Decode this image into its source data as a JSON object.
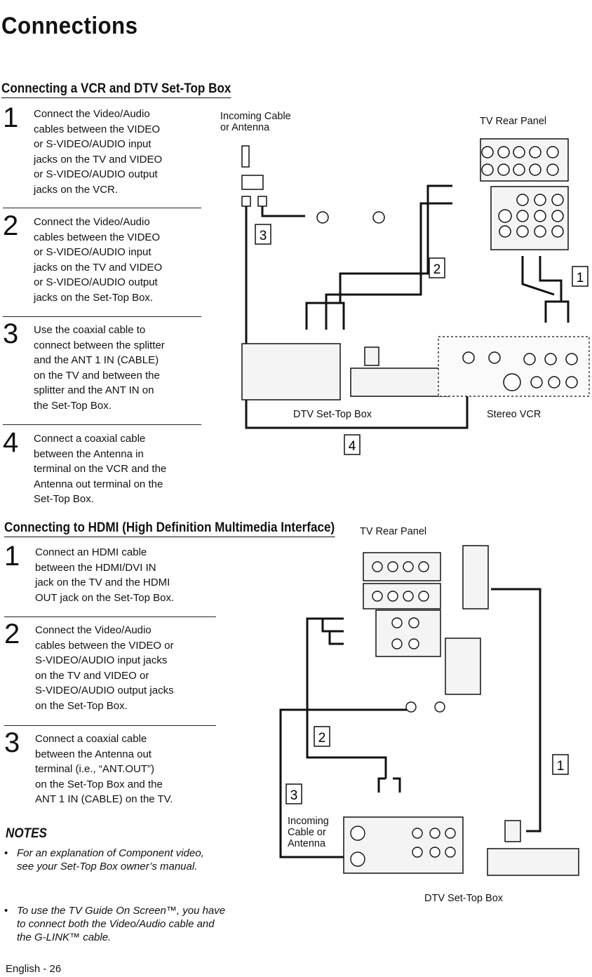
{
  "page": {
    "title": "Connections",
    "footer": "English - 26"
  },
  "vcr_section": {
    "heading": "Connecting a VCR and DTV Set-Top Box",
    "steps": [
      {
        "num": "1",
        "text": "Connect the Video/Audio\ncables between the VIDEO\nor S-VIDEO/AUDIO input\njacks on the TV and VIDEO\nor S-VIDEO/AUDIO output\njacks on the VCR."
      },
      {
        "num": "2",
        "text": "Connect the Video/Audio\ncables between the VIDEO\nor S-VIDEO/AUDIO input\njacks on the TV and VIDEO\nor S-VIDEO/AUDIO output\njacks on the Set-Top Box."
      },
      {
        "num": "3",
        "text": "Use the coaxial cable to\nconnect between the splitter\nand the ANT 1 IN (CABLE)\non the TV and between the\nsplitter and the ANT IN on\nthe Set-Top Box."
      },
      {
        "num": "4",
        "text": "Connect a coaxial cable\nbetween the Antenna in\nterminal on the VCR and the\nAntenna out terminal on the\nSet-Top Box."
      }
    ],
    "diagram": {
      "incoming_label": "Incoming Cable\nor Antenna",
      "tv_rear_label": "TV Rear Panel",
      "dtv_label": "DTV Set-Top Box",
      "vcr_label": "Stereo VCR",
      "callouts": [
        "1",
        "2",
        "3",
        "4"
      ]
    }
  },
  "hdmi_section": {
    "heading": "Connecting to HDMI (High Definition Multimedia Interface)",
    "steps": [
      {
        "num": "1",
        "text": "Connect an HDMI cable\nbetween the HDMI/DVI IN\njack on the TV and the HDMI\nOUT jack on the Set-Top Box."
      },
      {
        "num": "2",
        "text": "Connect the Video/Audio\ncables between the VIDEO or\nS-VIDEO/AUDIO input jacks\non the TV and VIDEO or\nS-VIDEO/AUDIO output jacks\non the Set-Top Box."
      },
      {
        "num": "3",
        "text": "Connect a coaxial cable\nbetween the Antenna out\nterminal (i.e., “ANT.OUT”)\non the Set-Top Box and the\nANT 1 IN (CABLE) on the TV."
      }
    ],
    "diagram": {
      "tv_rear_label": "TV Rear Panel",
      "incoming_label": "Incoming\nCable or\nAntenna",
      "dtv_label": "DTV Set-Top Box",
      "callouts": [
        "1",
        "2",
        "3"
      ]
    }
  },
  "notes": {
    "heading": "NOTES",
    "items": [
      "For an explanation of Component video,\nsee your Set-Top Box owner’s manual.",
      "To use the TV Guide On Screen™, you have\nto connect both the Video/Audio cable and\nthe G-LINK™ cable."
    ]
  }
}
